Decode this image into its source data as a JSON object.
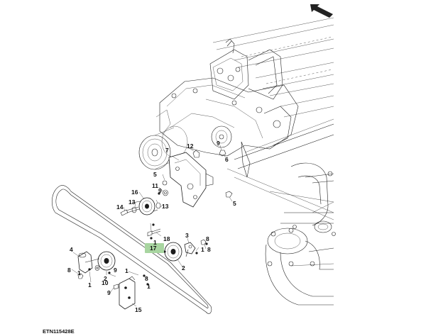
{
  "diagram": {
    "figure_code": "ETN115428E",
    "orientation_icon": "arrow-up-left-icon",
    "highlight_color": "#a8d5a0",
    "highlighted_callout": "17",
    "callouts": [
      "1",
      "1",
      "1",
      "1",
      "1",
      "1",
      "2",
      "2",
      "3",
      "4",
      "5",
      "5",
      "6",
      "7",
      "8",
      "8",
      "8",
      "8",
      "9",
      "9",
      "10",
      "11",
      "12",
      "13",
      "13",
      "14",
      "15",
      "16",
      "17",
      "18"
    ]
  }
}
